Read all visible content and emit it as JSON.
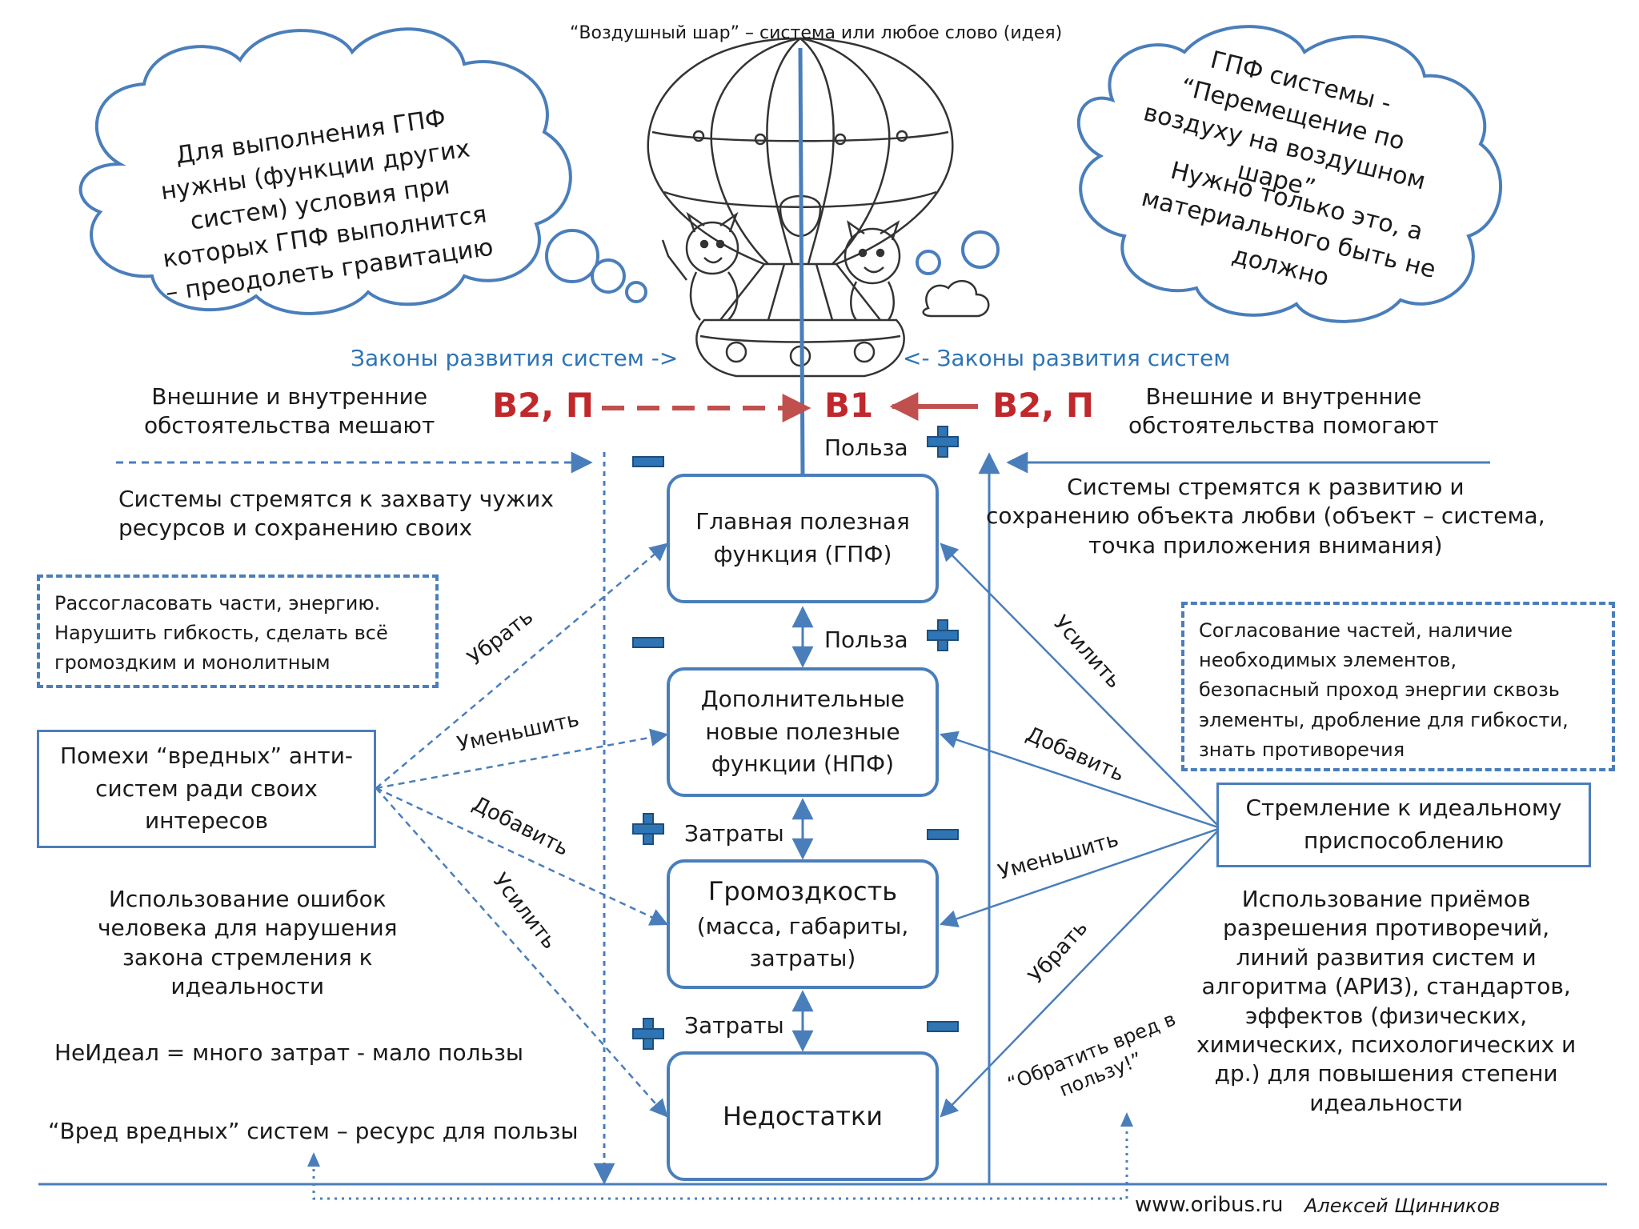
{
  "header": {
    "caption": "“Воздушный шар” – система или любое слово (идея)"
  },
  "clouds": {
    "left": "Для выполнения ГПФ\nнужны (функции других\nсистем) условия при\nкоторых ГПФ выполнится\n– преодолеть гравитацию",
    "right_title": "ГПФ системы -\n“Перемещение по\nвоздуху на воздушном\nшаре”",
    "right_note": "Нужно только это, а\nматериального быть не\nдолжно"
  },
  "laws": {
    "left": "Законы развития систем ->",
    "right": "<-  Законы развития систем"
  },
  "markers": {
    "b2p_left": "В2, П",
    "b1": "В1",
    "b2p_right": "В2, П"
  },
  "left": {
    "circumstances": "Внешние и внутренние\nобстоятельства мешают",
    "tendency": "Системы стремятся к захвату чужих\nресурсов и сохранению своих",
    "dashed_box": "Рассогласовать части, энергию.\nНарушить гибкость, сделать всё\nгромоздким и монолитным",
    "antisystem_box": "Помехи “вредных” анти-\nсистем ради своих\nинтересов",
    "human_errors": "Использование ошибок\nчеловека для нарушения\nзакона стремления к\nидеальности",
    "non_ideal": "НеИдеал = много затрат - мало пользы",
    "harm_resource": "“Вред  вредных” систем – ресурс для пользы",
    "arrows": [
      "Убрать",
      "Уменьшить",
      "Добавить",
      "Усилить"
    ]
  },
  "right": {
    "circumstances": "Внешние и внутренние\nобстоятельства помогают",
    "tendency": "Системы стремятся к развитию и\nсохранению объекта любви  (объект – система,\nточка  приложения внимания)",
    "dashed_box": "Согласование частей, наличие\nнеобходимых элементов,\nбезопасный проход энергии сквозь\nэлементы, дробление для гибкости,\nзнать противоречия",
    "ideal_box": "Стремление к идеальному\nприспособлению",
    "techniques": "Использование приёмов\nразрешения противоречий,\nлиний развития систем и\nалгоритма (АРИЗ), стандартов,\nэффектов (физических,\nхимических, психологических  и\nдр.) для повышения степени\nидеальности",
    "turn_harm": "“Обратить вред в\nпользу!”",
    "arrows": [
      "Усилить",
      "Добавить",
      "Уменьшить",
      "Убрать"
    ]
  },
  "center": {
    "gpf": "Главная полезная\nфункция  (ГПФ)",
    "npf": "Дополнительные\nновые полезные\nфункции (НПФ)",
    "bulk_title": "Громоздкость",
    "bulk_detail": "(масса, габариты,\nзатраты)",
    "defects": "Недостатки",
    "benefit_1": "Польза",
    "benefit_2": "Польза",
    "costs_1": "Затраты",
    "costs_2": "Затраты"
  },
  "footer": {
    "site": "www.oribus.ru",
    "author": "Алексей Щинников"
  },
  "colors": {
    "primary_blue": "#4a7ebb",
    "text_blue": "#2e74b5",
    "accent_red": "#c0282c"
  }
}
